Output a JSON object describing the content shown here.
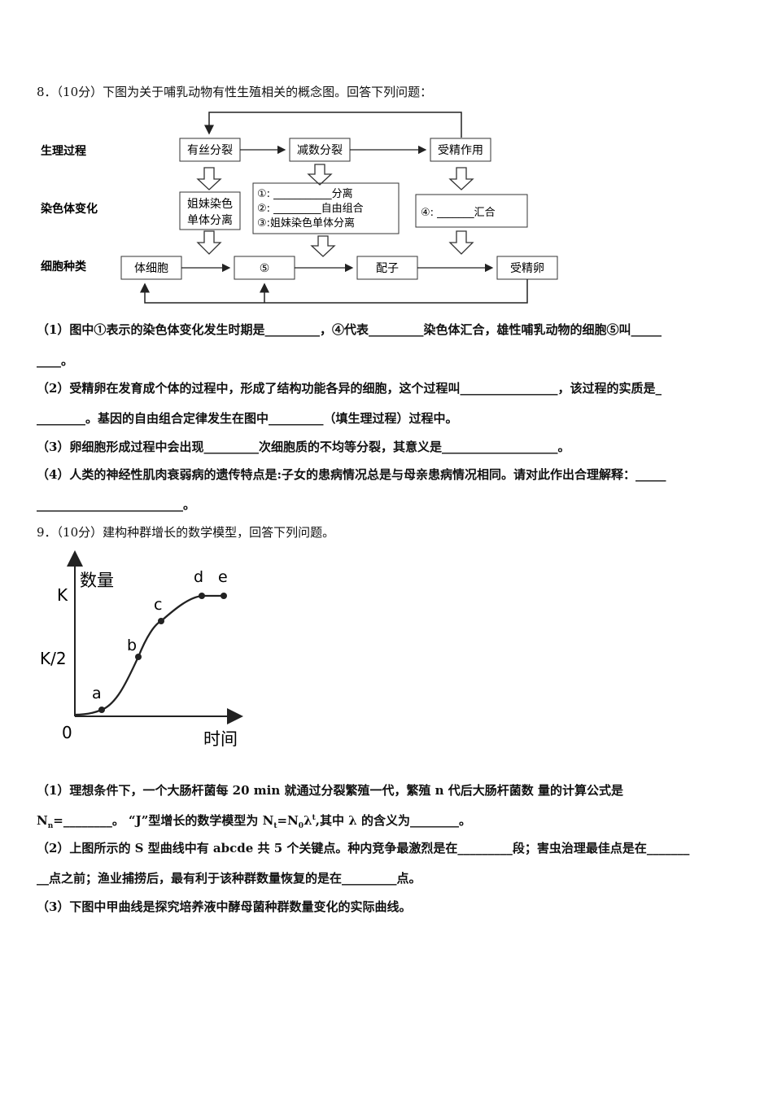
{
  "q8": {
    "header": "8．（10分）下图为关于哺乳动物有性生殖相关的概念图。回答下列问题：",
    "diagram": {
      "rows": [
        "生理过程",
        "染色体变化",
        "细胞种类"
      ],
      "process": [
        "有丝分裂",
        "减数分裂",
        "受精作用"
      ],
      "change1": [
        "姐妹染色",
        "单体分离"
      ],
      "change2": [
        "①: ___________分离",
        "②: _________自由组合",
        "③:姐妹染色单体分离"
      ],
      "change3": "④: _______汇合",
      "cells": [
        "体细胞",
        "⑤",
        "配子",
        "受精卵"
      ]
    },
    "p1a": "（1）图中①表示的染色体变化发生时期是_________，④代表_________染色体汇合，雄性哺乳动物的细胞⑤叫_____",
    "p1b": "____。",
    "p2a": "（2）受精卵在发育成个体的过程中，形成了结构功能各异的细胞，这个过程叫________________，该过程的实质是_",
    "p2b": "________。基因的自由组合定律发生在图中_________（填生理过程）过程中。",
    "p3": "（3）卵细胞形成过程中会出现_________次细胞质的不均等分裂，其意义是___________________。",
    "p4a": "（4）人类的神经性肌肉衰弱病的遗传特点是:子女的患病情况总是与母亲患病情况相同。请对此作出合理解释：_____",
    "p4b": "________________________。"
  },
  "q9": {
    "header": "9．（10分）建构种群增长的数学模型，回答下列问题。",
    "chart": {
      "ylabel": "数量",
      "xlabel": "时间",
      "ticks": [
        "K",
        "K/2",
        "0"
      ],
      "points": [
        "a",
        "b",
        "c",
        "d",
        "e"
      ]
    },
    "chart_data": {
      "type": "line",
      "ylabel": "数量",
      "xlabel": "时间",
      "y_ticks": [
        "K",
        "K/2",
        "0"
      ],
      "points": [
        {
          "label": "a",
          "y_fraction_of_K": 0.08
        },
        {
          "label": "b",
          "y_fraction_of_K": 0.5
        },
        {
          "label": "c",
          "y_fraction_of_K": 0.85
        },
        {
          "label": "d",
          "y_fraction_of_K": 1.0
        },
        {
          "label": "e",
          "y_fraction_of_K": 1.0
        }
      ]
    },
    "p1a": "（1）理想条件下，一个大肠杆菌每 20 min 就通过分裂繁殖一代，繁殖 n 代后大肠杆菌数 量的计算公式是",
    "p1b_pre": "N",
    "p1b_sub": "n",
    "p1b_rest": "=________。 “J”型增长的数学模型为 N",
    "p1b_sub2": "t",
    "p1b_rest2": "=N",
    "p1b_sub3": "0",
    "p1b_rest3": "λ",
    "p1b_sup": "t",
    "p1b_rest4": ",其中 λ 的含义为________。",
    "p2a": "（2）上图所示的 S 型曲线中有 abcde 共 5 个关键点。种内竞争最激烈是在_________段；害虫治理最佳点是在_______",
    "p2b": "__点之前；渔业捕捞后，最有利于该种群数量恢复的是在_________点。",
    "p3": "（3）下图中甲曲线是探究培养液中酵母菌种群数量变化的实际曲线。"
  }
}
